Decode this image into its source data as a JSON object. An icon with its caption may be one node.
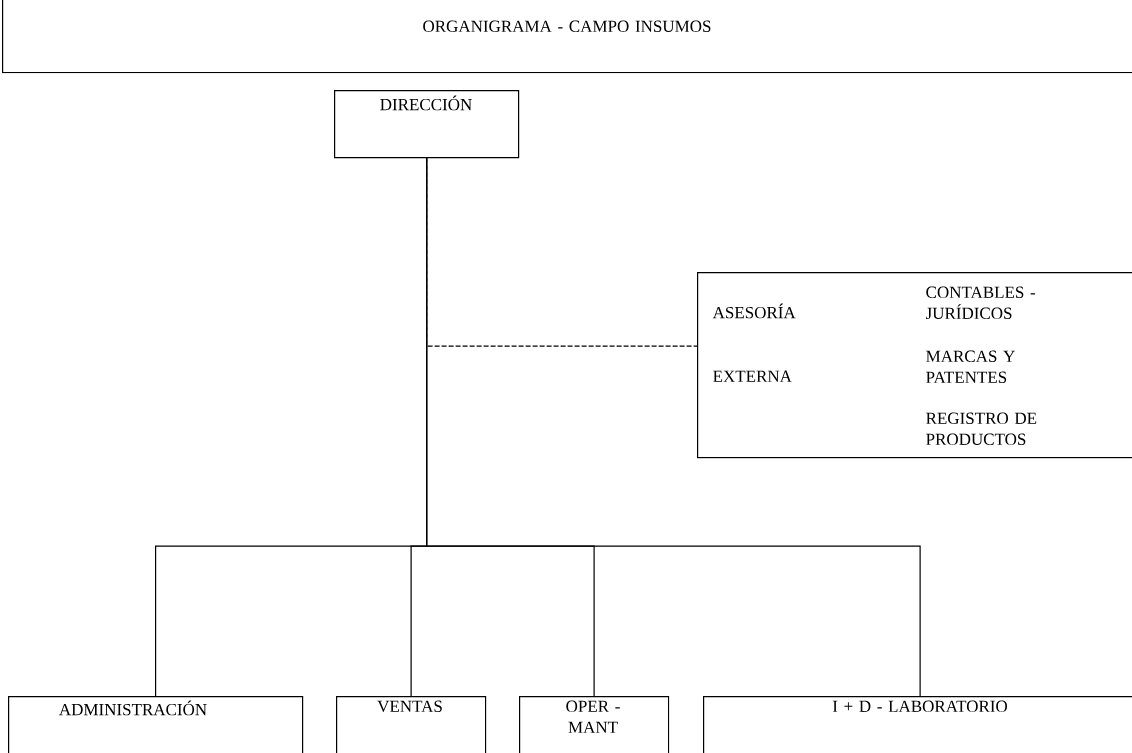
{
  "diagram": {
    "nodes": [
      {
        "text": [
          "ORGANIGRAMA - CAMPO INSUMOS"
        ]
      },
      {
        "text": [
          "DIRECCIÓN"
        ]
      },
      {
        "text": [
          "ASESORÍA",
          "EXTERNA",
          "CONTABLES - JURÍDICOS",
          "MARCAS Y PATENTES",
          "REGISTRO DE PRODUCTOS"
        ]
      },
      {
        "text": [
          "ADMINISTRACIÓN"
        ]
      },
      {
        "text": [
          "VENTAS"
        ]
      },
      {
        "text": [
          "OPER - MANT"
        ]
      },
      {
        "text": [
          "I + D - LABORATORIO"
        ]
      }
    ],
    "edges": [
      {
        "from": 1,
        "to": 2,
        "arrow": "none",
        "style": "dashed"
      },
      {
        "from": 1,
        "to": 3,
        "arrow": "none"
      },
      {
        "from": 1,
        "to": 4,
        "arrow": "none"
      },
      {
        "from": 1,
        "to": 5,
        "arrow": "none"
      },
      {
        "from": 1,
        "to": 6,
        "arrow": "none"
      }
    ]
  }
}
